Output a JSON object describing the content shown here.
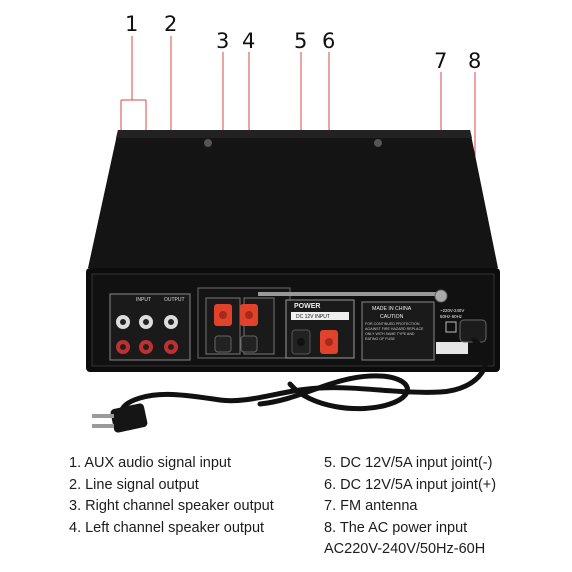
{
  "callouts": [
    "1",
    "2",
    "3",
    "4",
    "5",
    "6",
    "7",
    "8"
  ],
  "panel_labels": {
    "input": "INPUT",
    "output": "OUTPUT",
    "power": "POWER",
    "dc_input": "DC 12V INPUT",
    "made_in": "MADE IN CHINA",
    "caution": "CAUTION",
    "caution_text": [
      "FOR CONTINUED PROTECTION",
      "AGAINST FIRE HAZARD REPLACE",
      "ONLY WITH SAME TYPE AND",
      "RATING OF FUSE"
    ],
    "voltage": [
      "~220V-240V",
      "50Hz-60Hz"
    ]
  },
  "legend": {
    "left": [
      "1. AUX audio signal input",
      "2. Line signal output",
      "3. Right channel speaker output",
      "4. Left channel speaker output"
    ],
    "right": [
      "5. DC 12V/5A input joint(-)",
      "6. DC 12V/5A input joint(+)",
      "7. FM antenna",
      "8. The AC power input",
      "AC220V-240V/50Hz-60H"
    ]
  }
}
